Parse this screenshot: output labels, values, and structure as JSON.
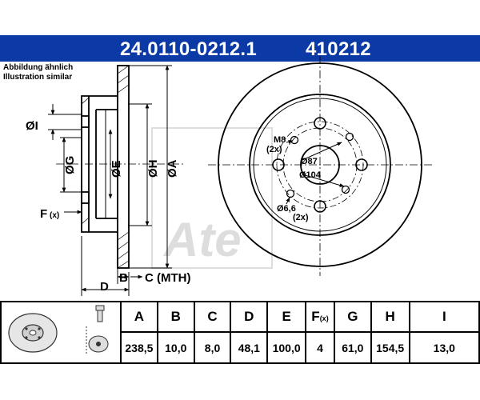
{
  "header": {
    "part_number": "24.0110-0212.1",
    "ref_number": "410212",
    "bar_color": "#0b3aa6"
  },
  "note": {
    "line1": "Abbildung ähnlich",
    "line2": "Illustration similar"
  },
  "side_view_labels": {
    "dia_i": "ØI",
    "dia_g": "ØG",
    "dia_e": "ØE",
    "dia_h": "ØH",
    "dia_a": "ØA",
    "f": "F",
    "f_sub": "(x)",
    "d": "D",
    "b": "B",
    "c_mth": "C (MTH)"
  },
  "front_view_labels": {
    "m8": "M8",
    "m8_count": "(2x)",
    "d87": "Ø87",
    "d104": "Ø104",
    "d66": "Ø6,6",
    "d66_count": "(2x)"
  },
  "watermark_icon": "ate-logo-watermark",
  "table": {
    "headers": [
      "A",
      "B",
      "C",
      "D",
      "E",
      "F",
      "G",
      "H",
      "I"
    ],
    "f_header_sub": "(x)",
    "values": [
      "238,5",
      "10,0",
      "8,0",
      "48,1",
      "100,0",
      "4",
      "61,0",
      "154,5",
      "13,0"
    ]
  }
}
